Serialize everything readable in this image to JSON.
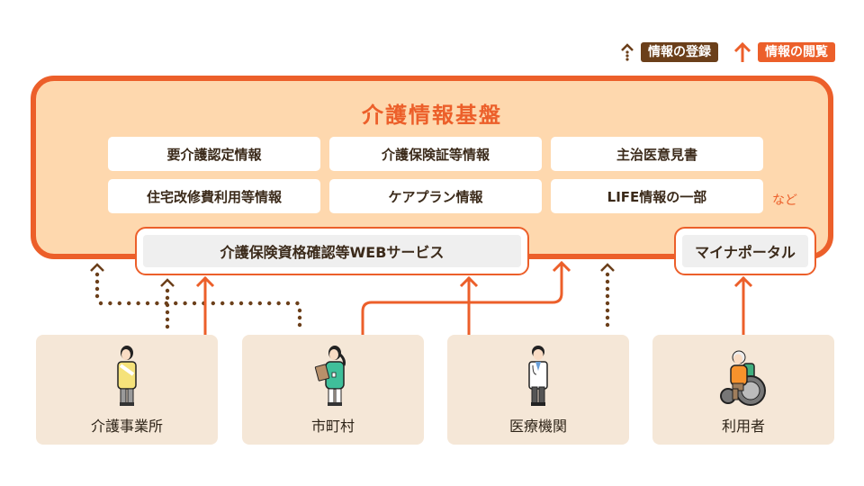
{
  "legend": {
    "registration_label": "情報の登録",
    "view_label": "情報の閲覧"
  },
  "platform": {
    "title": "介護情報基盤",
    "items": [
      "要介護認定情報",
      "介護保険証等情報",
      "主治医意見書",
      "住宅改修費利用等情報",
      "ケアプラン情報",
      "LIFE情報の一部"
    ],
    "etc_label": "など"
  },
  "services": {
    "web_service": "介護保険資格確認等WEBサービス",
    "mynaportal": "マイナポータル"
  },
  "actors": [
    {
      "label": "介護事業所",
      "icon": "care-worker-icon"
    },
    {
      "label": "市町村",
      "icon": "municipal-staff-icon"
    },
    {
      "label": "医療機関",
      "icon": "doctor-icon"
    },
    {
      "label": "利用者",
      "icon": "wheelchair-user-icon"
    }
  ],
  "colors": {
    "accent": "#ec5f2a",
    "platform_fill": "#fed8ae",
    "registration": "#6b3f1a",
    "actor_bg": "#f5e7d7"
  }
}
